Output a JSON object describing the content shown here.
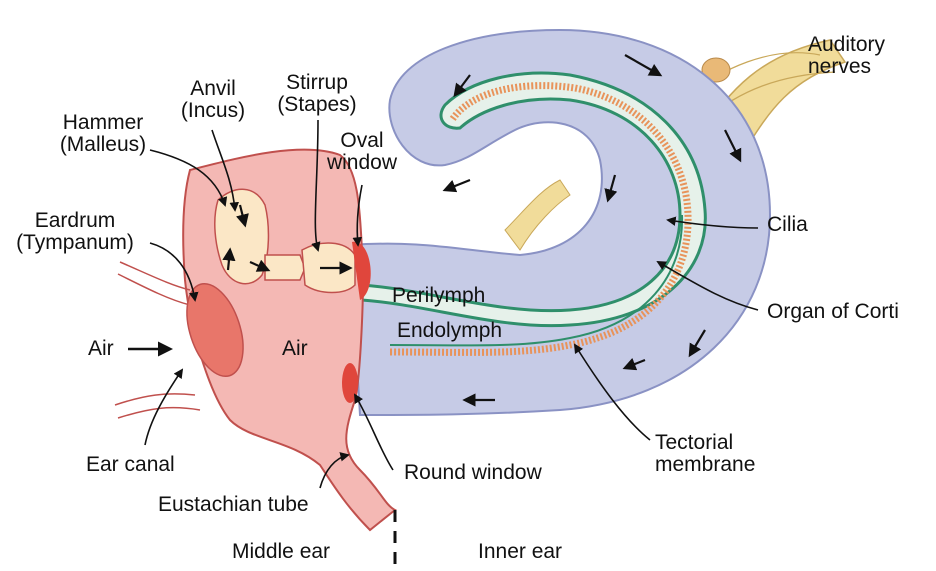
{
  "labels": {
    "auditory_nerves": "Auditory\nnerves",
    "anvil": "Anvil\n(Incus)",
    "stirrup": "Stirrup\n(Stapes)",
    "hammer": "Hammer\n(Malleus)",
    "oval_window": "Oval\nwindow",
    "eardrum": "Eardrum\n(Tympanum)",
    "cilia": "Cilia",
    "perilymph": "Perilymph",
    "organ_of_corti": "Organ of Corti",
    "air_outer": "Air",
    "air_middle": "Air",
    "endolymph": "Endolymph",
    "ear_canal": "Ear canal",
    "round_window": "Round window",
    "tectorial_membrane": "Tectorial\nmembrane",
    "eustachian_tube": "Eustachian tube",
    "middle_ear": "Middle ear",
    "inner_ear": "Inner ear"
  },
  "colors": {
    "cochlea_fill": "#c6cbe6",
    "cochlea_edge": "#8a92c4",
    "middle_ear_fill": "#f4b8b4",
    "middle_ear_edge": "#c0504d",
    "ossicle_fill": "#fbe7c6",
    "window_red": "#e0463c",
    "membrane_green": "#2f8f6b",
    "corti_orange": "#e8935a",
    "nerve_yellow": "#f1dc9a",
    "endolymph_fill": "#e6f1ea"
  }
}
